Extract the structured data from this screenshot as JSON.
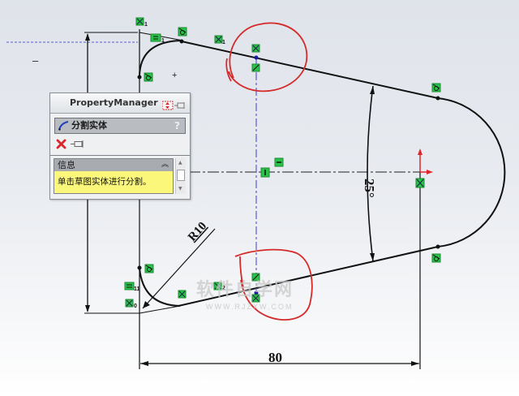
{
  "property_manager": {
    "title": "PropertyManager",
    "feature_name": "分割实体",
    "help_label": "?",
    "ok_icon": "close-x-icon",
    "pin_icon": "pushpin-icon",
    "info_section": {
      "header": "信息",
      "collapse_glyph": "⌃",
      "message": "单击草图实体进行分割。"
    }
  },
  "sketch": {
    "dimensions": {
      "width_label": "80",
      "angle_label": "25°",
      "radius_label": "R10"
    },
    "relation_labels": {
      "top_left_coincident_index": "1",
      "top_coincident_index": "1",
      "equal_index": "1",
      "bottom_equal_index": "11",
      "bottom_coincident_index": "0",
      "bottom_mid_index": "2"
    },
    "origin_axis_colors": {
      "x_axis": "#e0262d",
      "y_axis": "#e0262d"
    },
    "centerline_color": "#5a5ad6",
    "annotation_color": "#d42a2a",
    "relation_badge_color": "#29c34a"
  },
  "watermark": {
    "title": "软件自学网",
    "url": "WWW.RJZXW.COM"
  },
  "misc": {
    "left_marker": "–"
  }
}
